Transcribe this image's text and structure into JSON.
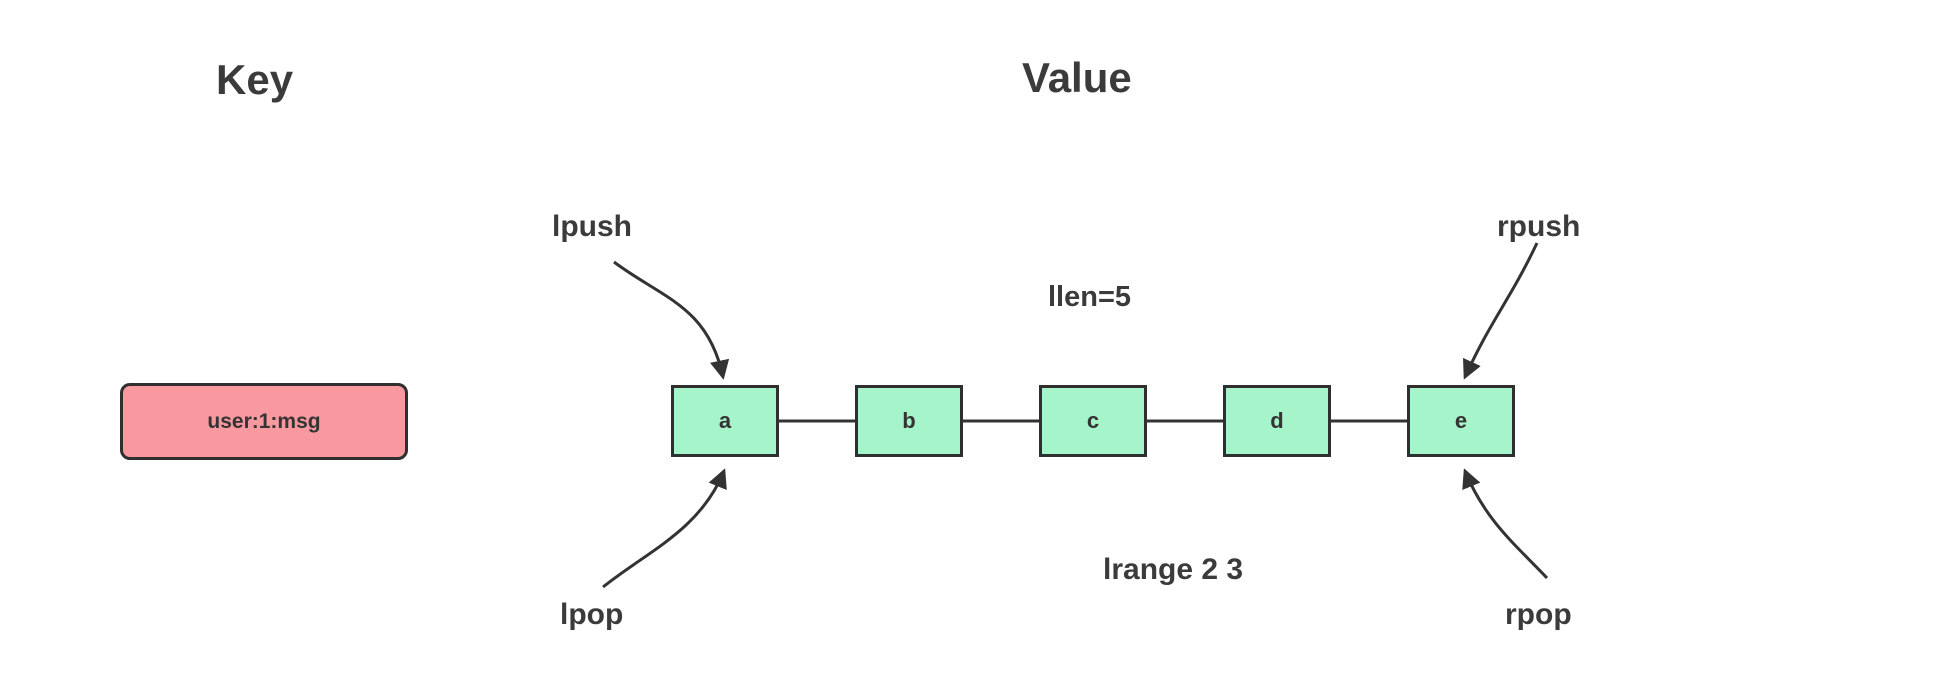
{
  "headers": {
    "key": "Key",
    "value": "Value"
  },
  "key_box": {
    "label": "user:1:msg",
    "fill": "#f7999f",
    "border": "#2f2f2f"
  },
  "list": {
    "items": [
      {
        "label": "a"
      },
      {
        "label": "b"
      },
      {
        "label": "c"
      },
      {
        "label": "d"
      },
      {
        "label": "e"
      }
    ],
    "fill": "#a6f4c9",
    "border": "#2f2f2f",
    "length_label": "llen=5",
    "range_label": "lrange 2 3"
  },
  "operations": {
    "lpush": "lpush",
    "lpop": "lpop",
    "rpush": "rpush",
    "rpop": "rpop"
  },
  "colors": {
    "background": "#ffffff",
    "text": "#3b3b3b",
    "line": "#333333"
  }
}
